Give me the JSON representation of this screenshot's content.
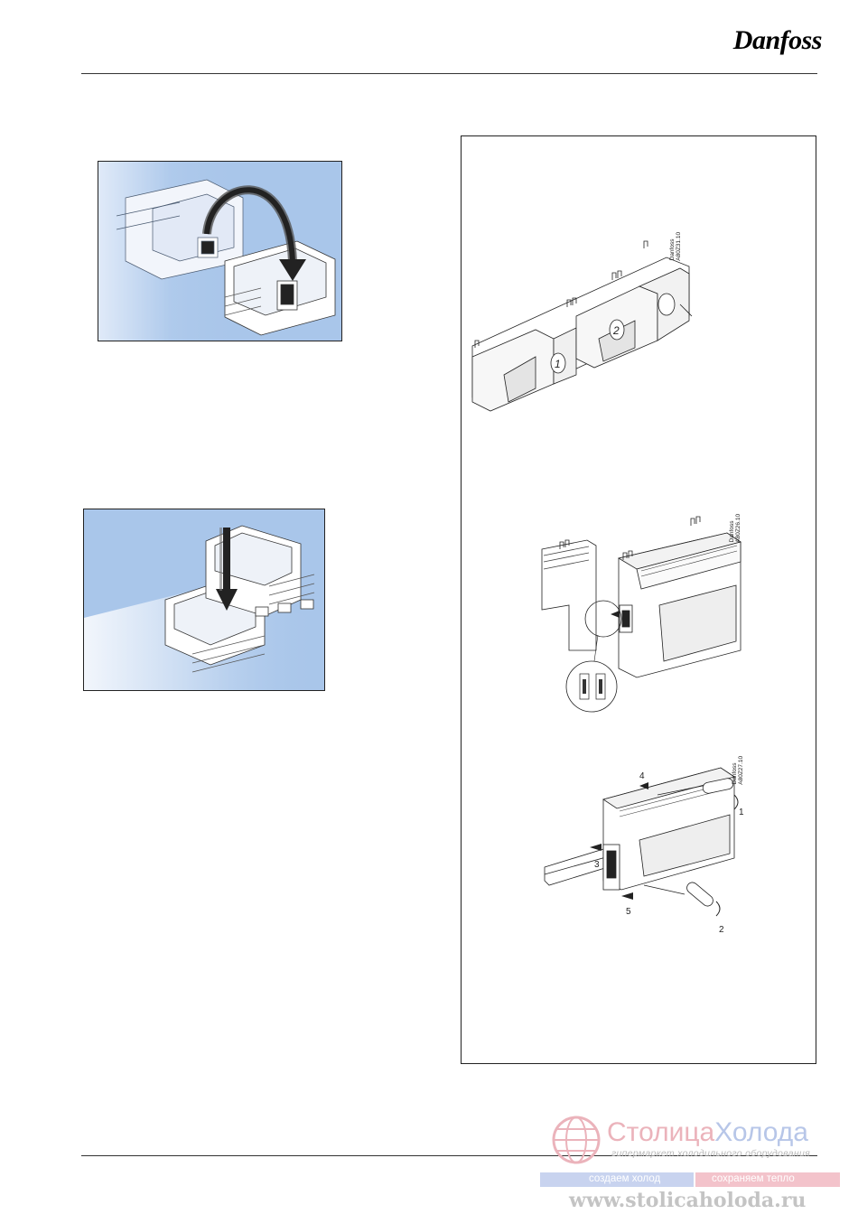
{
  "header": {
    "logo": "Danfoss"
  },
  "diagrams": {
    "fig1": {
      "code_brand": "Danfoss",
      "code": "A80Z31.10",
      "labels": [
        "1",
        "2"
      ]
    },
    "fig2": {
      "code_brand": "Danfoss",
      "code": "A80Z26.10"
    },
    "fig3": {
      "code_brand": "Danfoss",
      "code": "A80Z27.10",
      "steps": [
        "1",
        "2",
        "3",
        "4",
        "5"
      ]
    }
  },
  "watermark": {
    "brand_part1": "Столица",
    "brand_part2": "Холода",
    "tagline": "гипермаркет холодильного оборудования",
    "slogan_left": "создаем холод",
    "slogan_right": "сохраняем тепло",
    "url": "www.stolicaholoda.ru"
  },
  "colors": {
    "photo_bg": "#a9c6ea",
    "rule": "#333333",
    "watermark_red": "#ebb3bb",
    "watermark_blue": "#b7c6e8"
  }
}
